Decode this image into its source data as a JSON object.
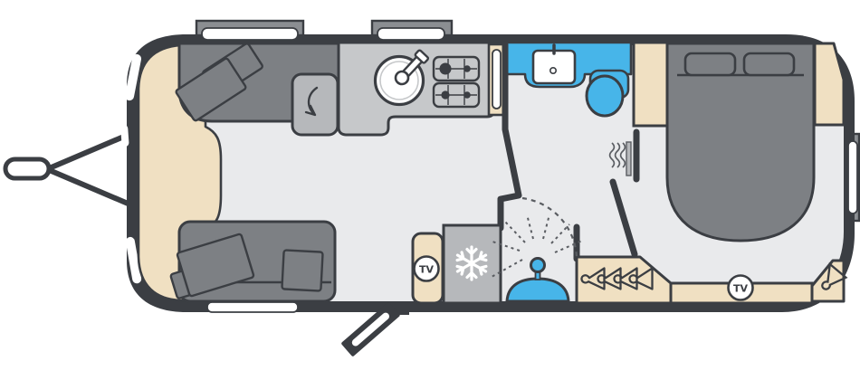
{
  "labels": {
    "tv_badge": "TV"
  },
  "colors": {
    "wall": "#3b3e43",
    "line": "#5a5d62",
    "floor": "#e9eaec",
    "furniture": "#7d8084",
    "furniture_light": "#b6b8bb",
    "counter": "#c6c8ca",
    "cream": "#f0e0c2",
    "blue": "#47b5e9",
    "window_frame": "#8b8e92",
    "white": "#ffffff"
  },
  "floorplan": {
    "vehicle_type": "touring-caravan",
    "view": "top-down",
    "hitch_position": "front-left",
    "areas": [
      {
        "id": "front-lounge",
        "fixtures": [
          "front-chest",
          "sofa-top",
          "sofa-bottom",
          "scatter-cushions",
          "entry-door"
        ]
      },
      {
        "id": "kitchen",
        "fixtures": [
          "cabinet-door-swing",
          "worktop",
          "round-sink-with-tap",
          "four-burner-hob",
          "tall-unit"
        ]
      },
      {
        "id": "centre-washroom",
        "fixtures": [
          "vanity-counter",
          "wash-basin",
          "toilet",
          "radiator",
          "shower-cubicle"
        ]
      },
      {
        "id": "mid-units",
        "fixtures": [
          "tv-locker",
          "freezer",
          "wardrobe-with-hangers"
        ]
      },
      {
        "id": "rear-bedroom",
        "fixtures": [
          "island-bed",
          "pillows",
          "bedside-cabinet-left",
          "bedside-cabinet-right",
          "foot-shelf",
          "corner-wardrobe",
          "tv-point"
        ]
      }
    ],
    "window_count": 7,
    "tv_point_count": 2,
    "wardrobe_hanger_count": 4
  }
}
